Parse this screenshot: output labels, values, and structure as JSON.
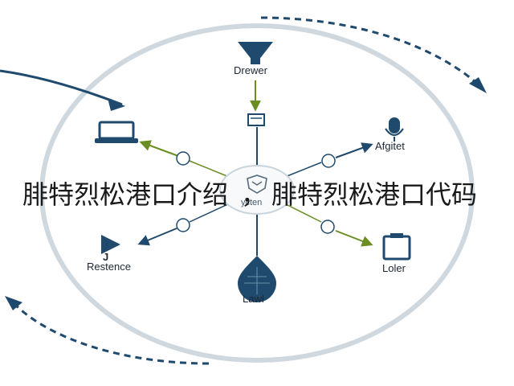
{
  "labels": {
    "top": "Drewer",
    "top_right": "Afgitet",
    "bottom_left": "Restence",
    "bottom_left_mark": "J",
    "bottom_right": "Loler",
    "bottom": "Lawl",
    "center": "ycten"
  },
  "overlay": {
    "left": "腓特烈松港口介绍",
    "separator": "，",
    "right": "腓特烈松港口代码"
  },
  "colors": {
    "ring": "#cfd8df",
    "navy": "#1f4a6e",
    "olive": "#6b8e23",
    "spoke": "#7f93a5"
  }
}
